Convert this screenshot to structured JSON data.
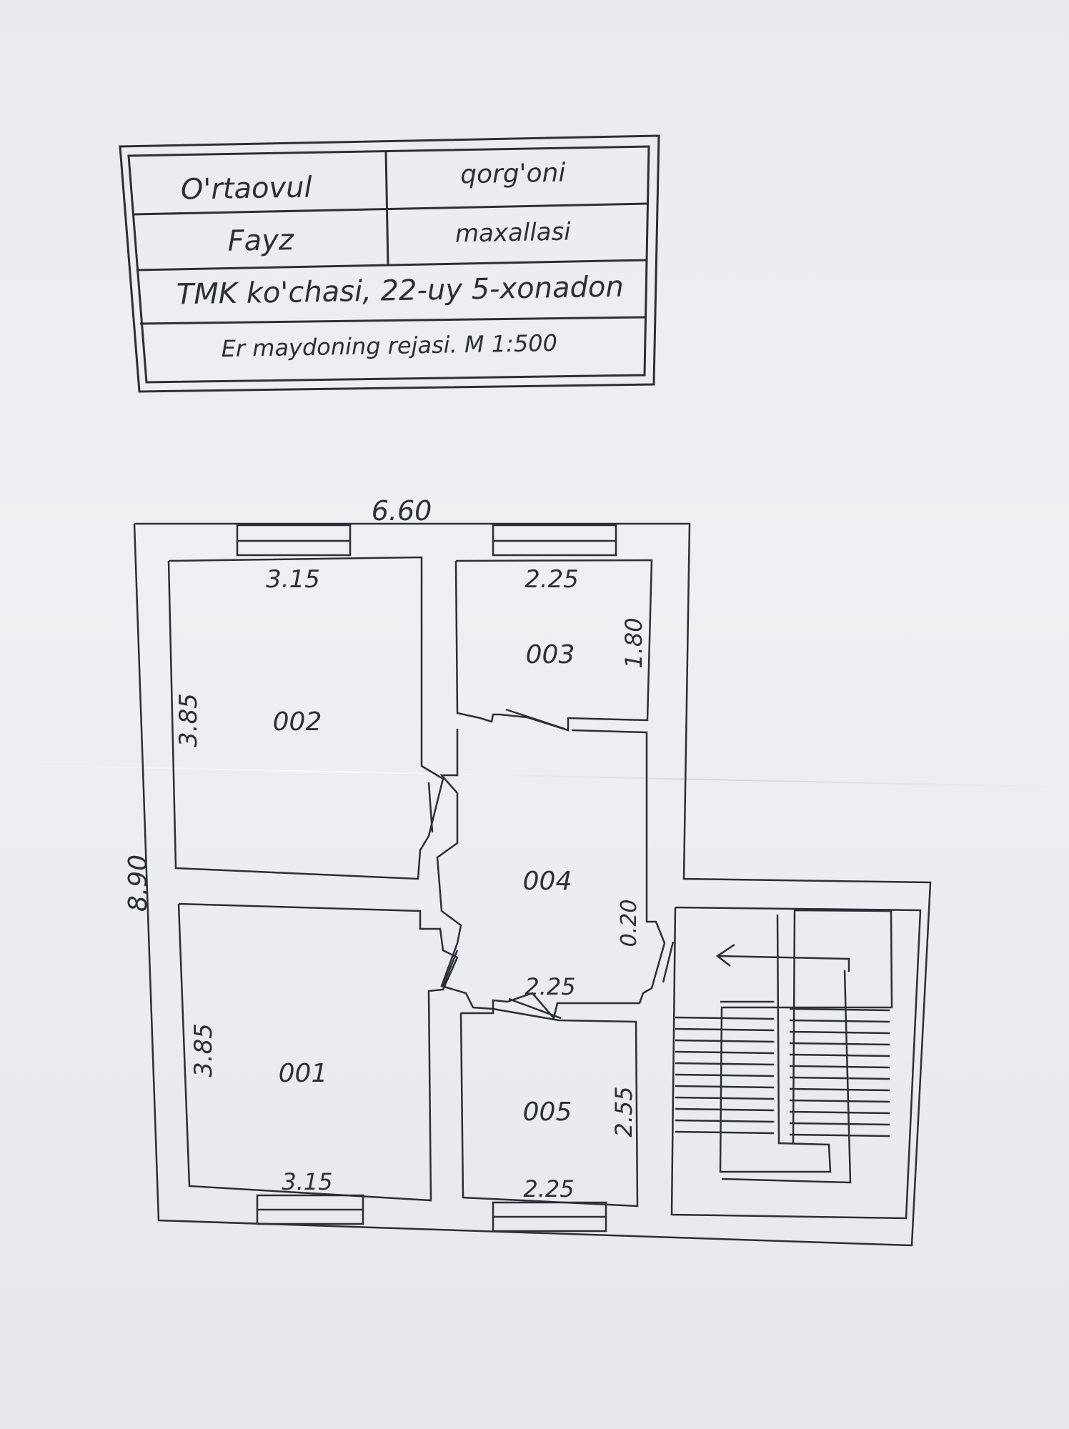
{
  "title_block": {
    "row1_left": "O'rtaovul",
    "row1_right": "qorg'oni",
    "row2_left": "Fayz",
    "row2_right": "maxallasi",
    "row3": "TMK ko'chasi, 22-uy 5-xonadon",
    "row4": "Er maydoning  rejasi. M 1:500"
  },
  "plan": {
    "overall_width": "6.60",
    "overall_height": "8.90",
    "rooms": {
      "r001": "001",
      "r002": "002",
      "r003": "003",
      "r004": "004",
      "r005": "005"
    },
    "dims": {
      "r002_top": "3.15",
      "r002_side": "3.85",
      "r003_top": "2.25",
      "r003_side": "1.80",
      "r004_gap": "0.20",
      "r004_bottom": "2.25",
      "r001_side": "3.85",
      "r001_bottom": "3.15",
      "r005_side": "2.55",
      "r005_bottom": "2.25"
    }
  },
  "colors": {
    "paper": "#eceef1",
    "ink": "#2b2f36"
  }
}
